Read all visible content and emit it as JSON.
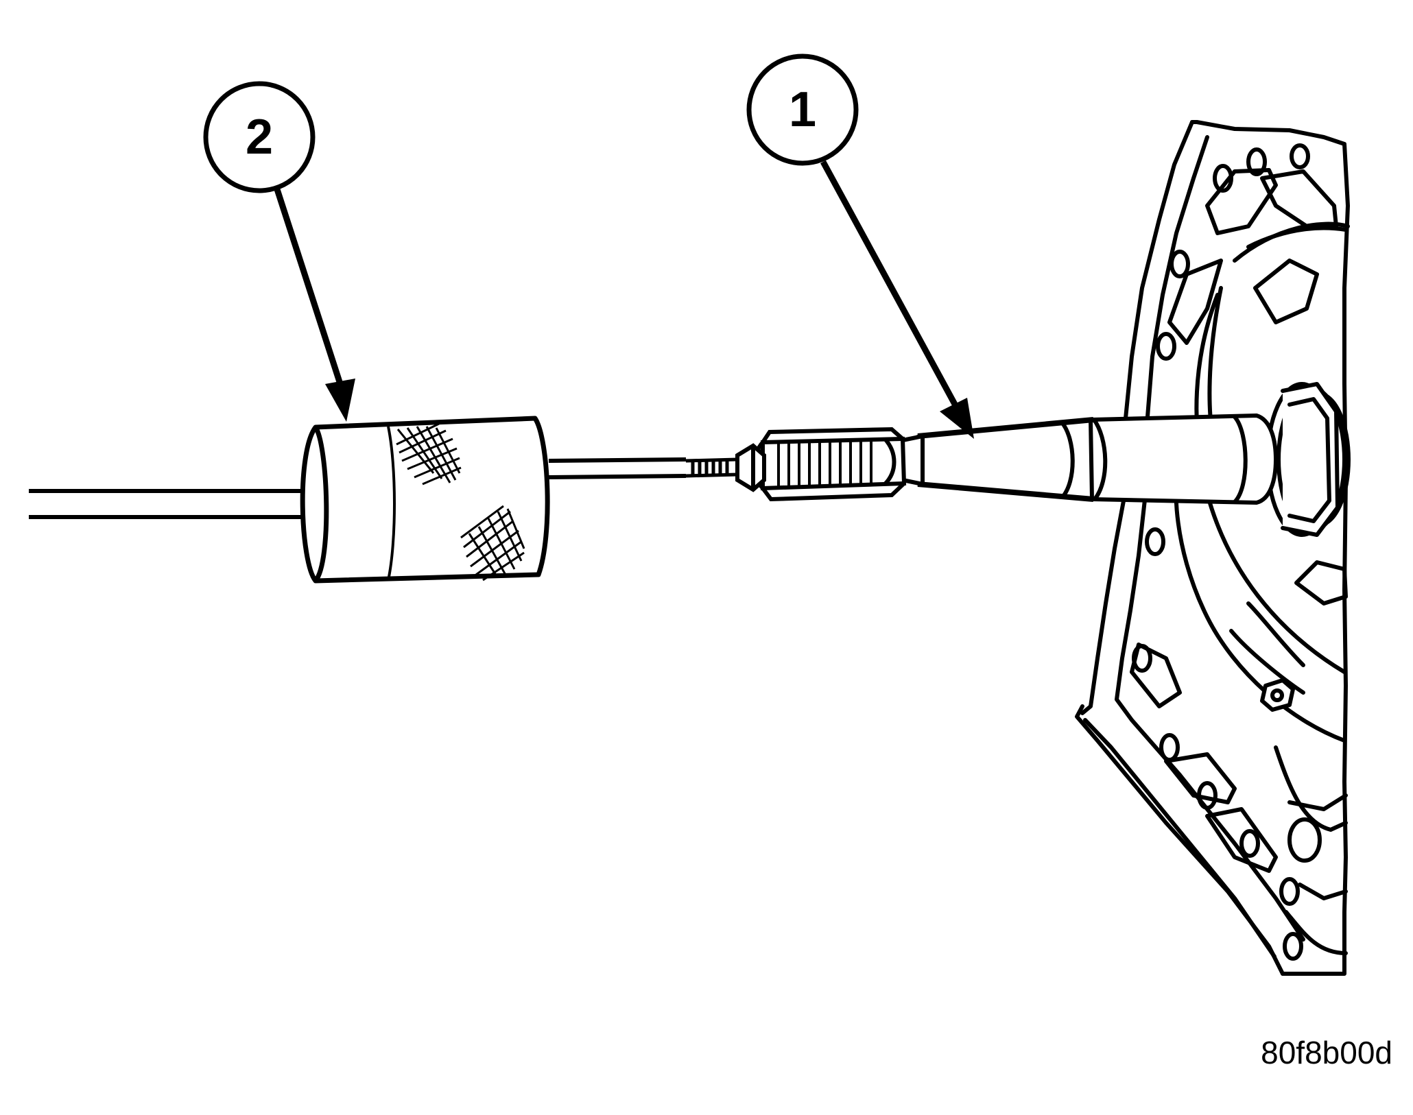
{
  "callouts": [
    {
      "label": "1"
    },
    {
      "label": "2"
    }
  ],
  "figure_id": "80f8b00d",
  "colors": {
    "line": "#000000",
    "background": "#ffffff"
  }
}
